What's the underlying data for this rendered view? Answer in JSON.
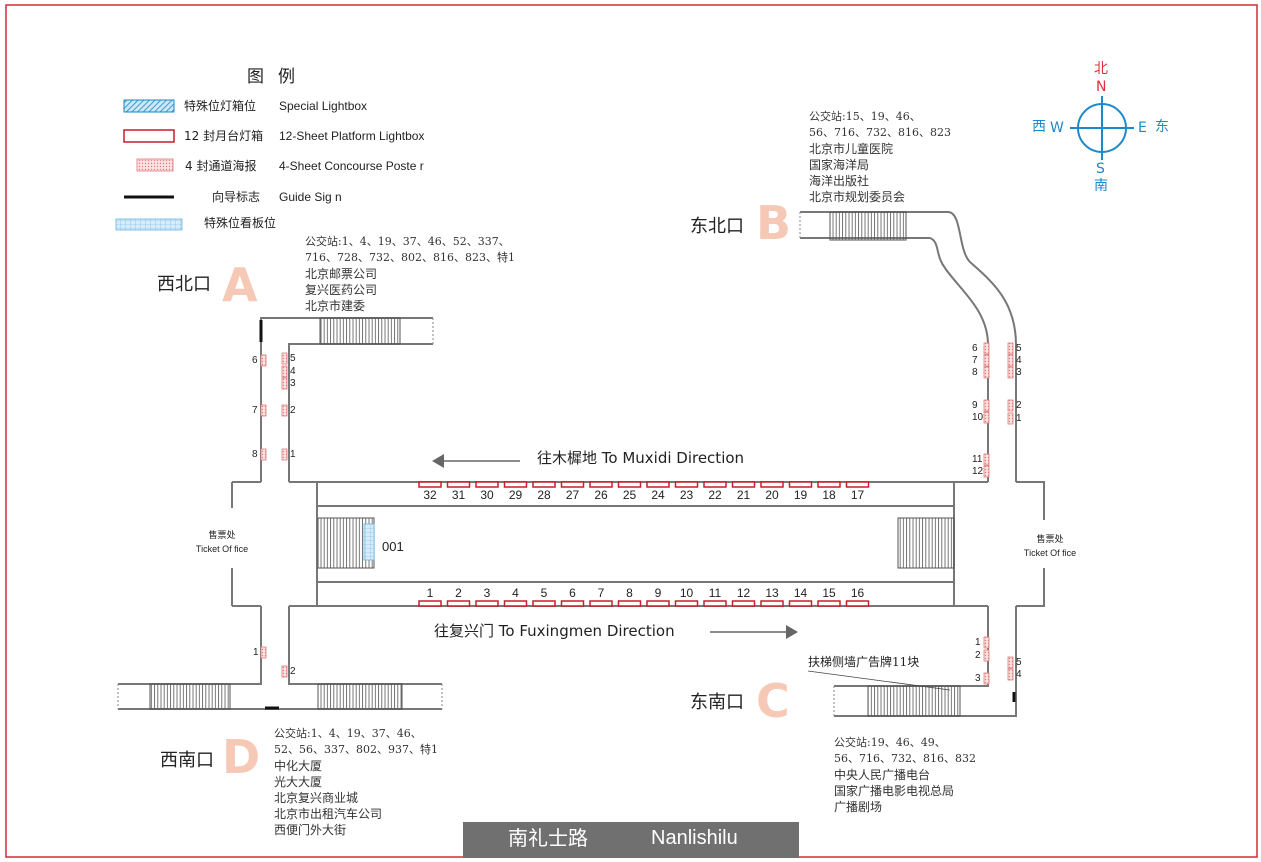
{
  "legend": {
    "title": "图例",
    "items": [
      {
        "cn": "特殊位灯箱位",
        "en": "Special Lightbox"
      },
      {
        "cn": "12 封月台灯箱",
        "en": "12-Sheet Platform Lightbox"
      },
      {
        "cn": "4 封通道海报",
        "en": "4-Sheet Concourse Poste    r"
      },
      {
        "cn": "向导标志",
        "en": "Guide Sig  n"
      },
      {
        "cn": "特殊位看板位",
        "en": ""
      }
    ]
  },
  "compass": {
    "north_cn": "北",
    "north": "N",
    "west_cn": "西",
    "west": "W",
    "east": "E",
    "east_cn": "东",
    "south": "S",
    "south_cn": "南"
  },
  "exits": {
    "A": {
      "name": "西北口",
      "letter": "A",
      "bus": [
        "公交站:1、4、19、37、46、52、337、",
        "716、728、732、802、816、823、特1",
        "北京邮票公司",
        "复兴医药公司",
        "北京市建委"
      ]
    },
    "B": {
      "name": "东北口",
      "letter": "B",
      "bus": [
        "公交站:15、19、46、",
        "56、716、732、816、823",
        "北京市儿童医院",
        "国家海洋局",
        "海洋出版社",
        "北京市规划委员会"
      ]
    },
    "C": {
      "name": "东南口",
      "letter": "C",
      "bus": [
        "公交站:19、46、49、",
        "56、716、732、816、832",
        "中央人民广播电台",
        "国家广播电影电视总局",
        "广播剧场"
      ]
    },
    "D": {
      "name": "西南口",
      "letter": "D",
      "bus": [
        "公交站:1、4、19、37、46、",
        "52、56、337、802、937、特1",
        "中化大厦",
        "光大大厦",
        "北京复兴商业城",
        "北京市出租汽车公司",
        "西便门外大街"
      ]
    }
  },
  "directions": {
    "top": "往木樨地   To Muxidi Direction",
    "bottom": "往复兴门   To Fuxingmen Direction"
  },
  "platform_top": [
    "32",
    "31",
    "30",
    "29",
    "28",
    "27",
    "26",
    "25",
    "24",
    "23",
    "22",
    "21",
    "20",
    "19",
    "18",
    "17"
  ],
  "platform_bottom": [
    "1",
    "2",
    "3",
    "4",
    "5",
    "6",
    "7",
    "8",
    "9",
    "10",
    "11",
    "12",
    "13",
    "14",
    "15",
    "16"
  ],
  "ticket_left": [
    "售票处",
    "Ticket Of fice"
  ],
  "ticket_right": [
    "售票处",
    "Ticket Of fice"
  ],
  "special_board": "001",
  "escalator_note": "扶梯侧墙广告牌11块",
  "corridor_A_left": [
    "6",
    "7",
    "8"
  ],
  "corridor_A_right": [
    "5",
    "4",
    "3",
    "2",
    "1"
  ],
  "corridor_B_left": [
    "6",
    "7",
    "8",
    "9",
    "10",
    "11",
    "12"
  ],
  "corridor_B_right": [
    "5",
    "4",
    "3",
    "2",
    "1"
  ],
  "corridor_D": [
    "1",
    "2"
  ],
  "corridor_C_left": [
    "1",
    "2",
    "3"
  ],
  "corridor_C_right": [
    "5",
    "4"
  ],
  "station": {
    "cn": "南礼士路",
    "en": "Nanlishilu"
  },
  "colors": {
    "frame": "#d42a36",
    "lightbox": "#c81e2a",
    "special": "#1a8ac8",
    "exit_letter": "#f6c9b7"
  }
}
